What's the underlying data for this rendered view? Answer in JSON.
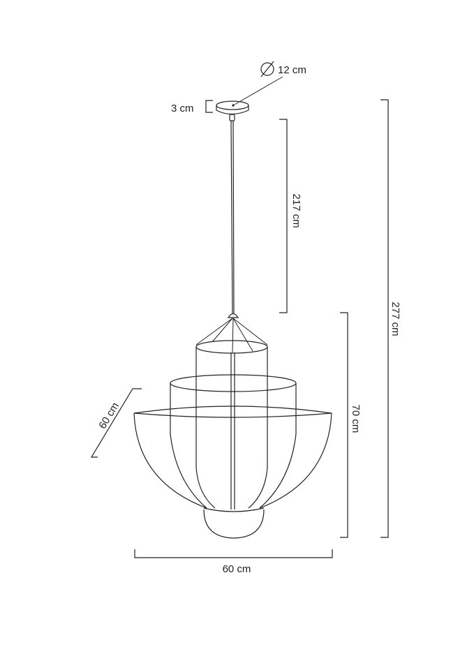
{
  "colors": {
    "line": "#222222",
    "background": "#ffffff"
  },
  "dimensions": {
    "canopy_diameter": "12 cm",
    "canopy_height": "3 cm",
    "cord_length": "217 cm",
    "total_height": "277 cm",
    "shade_height": "70 cm",
    "shade_width": "60 cm",
    "shade_depth": "60 cm"
  },
  "icons": {
    "diameter_symbol": "diameter-icon"
  }
}
